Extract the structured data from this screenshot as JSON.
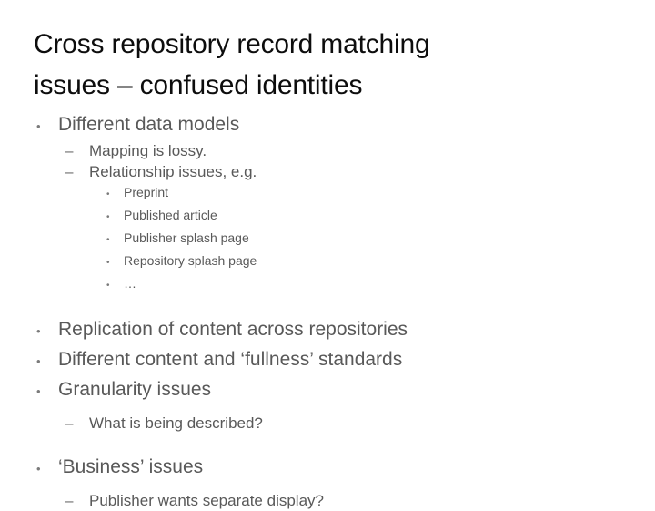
{
  "slide": {
    "background_color": "#ffffff",
    "title": {
      "lines": [
        "Cross repository record matching",
        "issues – confused identities"
      ],
      "color": "#0d0d0d"
    },
    "body_color": "#595959",
    "markers": {
      "level1": "•",
      "level2": "–",
      "level3": "•"
    },
    "groups": [
      {
        "items": [
          {
            "level": 1,
            "text": "Different data models"
          },
          {
            "level": 2,
            "text": "Mapping is lossy."
          },
          {
            "level": 2,
            "text": "Relationship issues, e.g."
          },
          {
            "level": 3,
            "text": "Preprint"
          },
          {
            "level": 3,
            "text": "Published article"
          },
          {
            "level": 3,
            "text": "Publisher splash page"
          },
          {
            "level": 3,
            "text": "Repository splash page"
          },
          {
            "level": 3,
            "text": "…"
          }
        ]
      },
      {
        "spaced": true,
        "items": [
          {
            "level": 1,
            "text": "Replication of content across repositories"
          },
          {
            "level": 1,
            "text": "Different content and ‘fullness’ standards"
          },
          {
            "level": 1,
            "text": "Granularity issues"
          },
          {
            "level": 2,
            "text": "What is being described?"
          }
        ]
      },
      {
        "spaced": true,
        "items": [
          {
            "level": 1,
            "text": "‘Business’ issues"
          },
          {
            "level": 2,
            "text": "Publisher wants separate display?"
          }
        ]
      }
    ]
  }
}
